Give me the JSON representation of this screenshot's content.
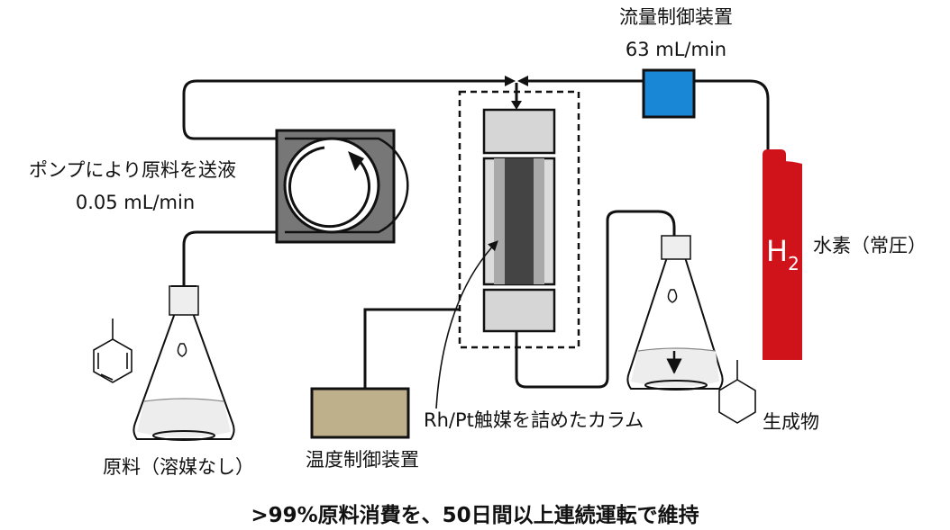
{
  "labels": {
    "flow_controller_title": "流量制御装置",
    "flow_rate": "63 mL/min",
    "pump_title": "ポンプにより原料を送液",
    "pump_rate": "0.05 mL/min",
    "hydrogen": "水素（常圧）",
    "h2_symbol": "H",
    "h2_subscript": "2",
    "catalyst": "Rh/Pt触媒を詰めたカラム",
    "product": "生成物",
    "temp_controller": "温度制御装置",
    "feedstock": "原料（溶媒なし）"
  },
  "caption": ">99%原料消費を、50日間以上連続運転で維持",
  "colors": {
    "flow_controller": "#1a86d6",
    "hydrogen_cylinder": "#d0121b",
    "temperature_controller": "#bfb08c",
    "pump_body": "#777777",
    "column_end": "#d6d6d6",
    "column_body": "#dcdcdc",
    "column_packing": "#444444",
    "line": "#111111"
  },
  "icons": [
    "benzene-ring-icon",
    "cyclohexane-ring-icon",
    "stir-bar-icon",
    "rotation-arrow-icon"
  ]
}
